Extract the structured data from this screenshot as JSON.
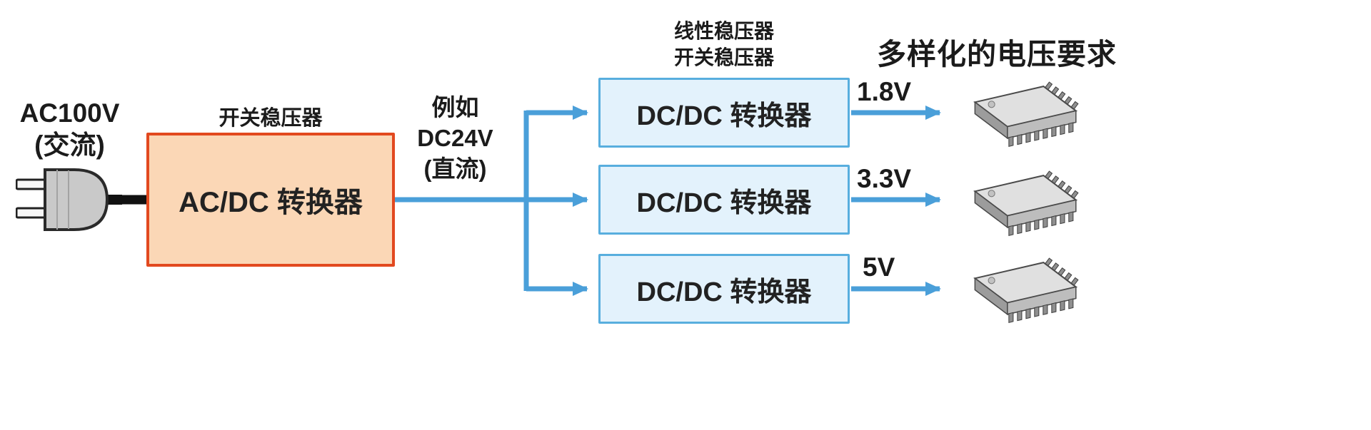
{
  "diagram": {
    "title": "多样化的电压要求",
    "input": {
      "line1": "AC100V",
      "line2": "(交流)"
    },
    "converter_acdc": {
      "label_above": "开关稳压器",
      "label": "AC/DC 转换器"
    },
    "intermediate": {
      "line1": "例如",
      "line2": "DC24V",
      "line3": "(直流)"
    },
    "regulator_labels": {
      "line1": "线性稳压器",
      "line2": "开关稳压器"
    },
    "branches": [
      {
        "label": "DC/DC 转换器",
        "voltage": "1.8V"
      },
      {
        "label": "DC/DC 转换器",
        "voltage": "3.3V"
      },
      {
        "label": "DC/DC 转换器",
        "voltage": "5V"
      }
    ],
    "icons": {
      "plug": "ac-plug-icon",
      "chip": "ic-chip-icon"
    },
    "colors": {
      "orange_border": "#e2491f",
      "orange_fill": "#fbd7b6",
      "blue_border": "#58aede",
      "blue_fill": "#e3f2fc",
      "arrow_blue": "#4a9fd9",
      "cable_black": "#111111",
      "text_dark": "#1b1b1b"
    }
  }
}
